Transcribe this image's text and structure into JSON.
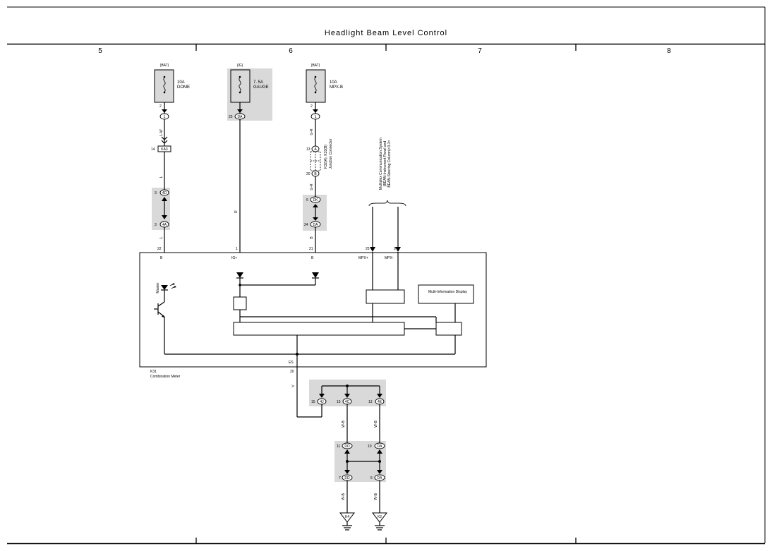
{
  "title": "Headlight Beam Level Control",
  "columns": [
    "5",
    "6",
    "7",
    "8"
  ],
  "fuses": [
    {
      "source": "(BAT)",
      "rating": "10A",
      "name": "DOME",
      "pin": "2",
      "conn": "1"
    },
    {
      "source": "(IG)",
      "rating": "7. 5A",
      "name": "GAUGE",
      "pin": "25",
      "conn": "DA"
    },
    {
      "source": "(BAT)",
      "rating": "10A",
      "name": "MPX-B",
      "pin": "2",
      "conn": "1"
    }
  ],
  "connectors": {
    "ka3": {
      "pin": "14",
      "name": "KA3"
    },
    "c4d": {
      "pin": "3",
      "name": "4D"
    },
    "c4a": {
      "pin": "3",
      "name": "4A"
    },
    "a": {
      "pin": "13",
      "name": "A"
    },
    "b": {
      "pin": "20",
      "name": "B"
    },
    "dk": {
      "pin": "5",
      "name": "DK"
    },
    "da24": {
      "pin": "24",
      "name": "DA"
    },
    "c4j": {
      "pin": "15",
      "name": "4J"
    },
    "c4c": {
      "pin": "15",
      "name": "4C"
    },
    "c4e": {
      "pin": "13",
      "name": "4E"
    },
    "dd11": {
      "pin": "11",
      "name": "DD"
    },
    "da10": {
      "pin": "10",
      "name": "DA"
    },
    "dd7": {
      "pin": "7",
      "name": "DD"
    },
    "da5": {
      "pin": "5",
      "name": "DA"
    }
  },
  "wires": {
    "lw": "L-W",
    "l1": "L",
    "l2": "L",
    "r": "R",
    "gr1": "G-R",
    "gr2": "G-R",
    "b": "B",
    "v": "V",
    "wb1": "W-B",
    "wb2": "W-B",
    "wb3": "W-B",
    "wb4": "W-B"
  },
  "junction": {
    "line1": "K32(A), K33(B)",
    "line2": "Junction Connector"
  },
  "multiplex": {
    "line1": "Multiplex Communication System",
    "line2": "(BEAN-Instrument Panel and",
    "line3": "BEAN-Steering Column)<3-3>"
  },
  "meter": {
    "terminals": [
      {
        "pin": "22",
        "label": "B"
      },
      {
        "pin": "1",
        "label": "IG+"
      },
      {
        "pin": "21",
        "label": "B"
      },
      {
        "pin": "25",
        "label": "MPX+"
      },
      {
        "pin": "9",
        "label": "MPX-"
      }
    ],
    "master_label": "Master",
    "mid_label": "Multi-Information Display",
    "ground": {
      "label": "ES",
      "pin": "20"
    },
    "code": "K31",
    "name": "Combination Meter"
  },
  "grounds": [
    "K4",
    "K2"
  ]
}
